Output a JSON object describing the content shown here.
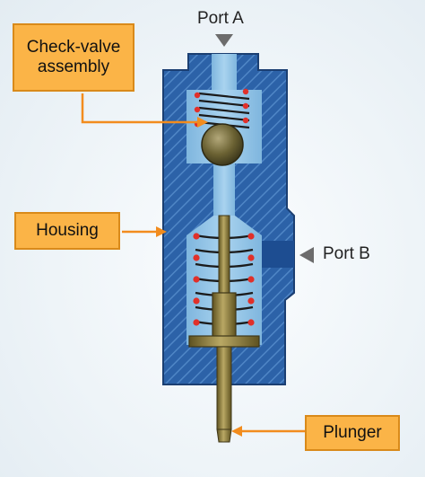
{
  "labels": {
    "port_a": "Port A",
    "port_b": "Port B",
    "check_valve_line1": "Check-valve",
    "check_valve_line2": "assembly",
    "housing": "Housing",
    "plunger": "Plunger"
  },
  "colors": {
    "housing_blue": "#2c62a8",
    "housing_hatch": "#4f86c6",
    "fluid_light_blue": "#8fc3e6",
    "label_orange": "#fbb447",
    "label_border": "#d98a1a",
    "callout_line": "#f28c1e",
    "spring_dot_red": "#e0302a",
    "ball_olive": "#6b6233",
    "plunger_gold": "#8a7a3a",
    "arrow_gray": "#6c6c6c"
  }
}
